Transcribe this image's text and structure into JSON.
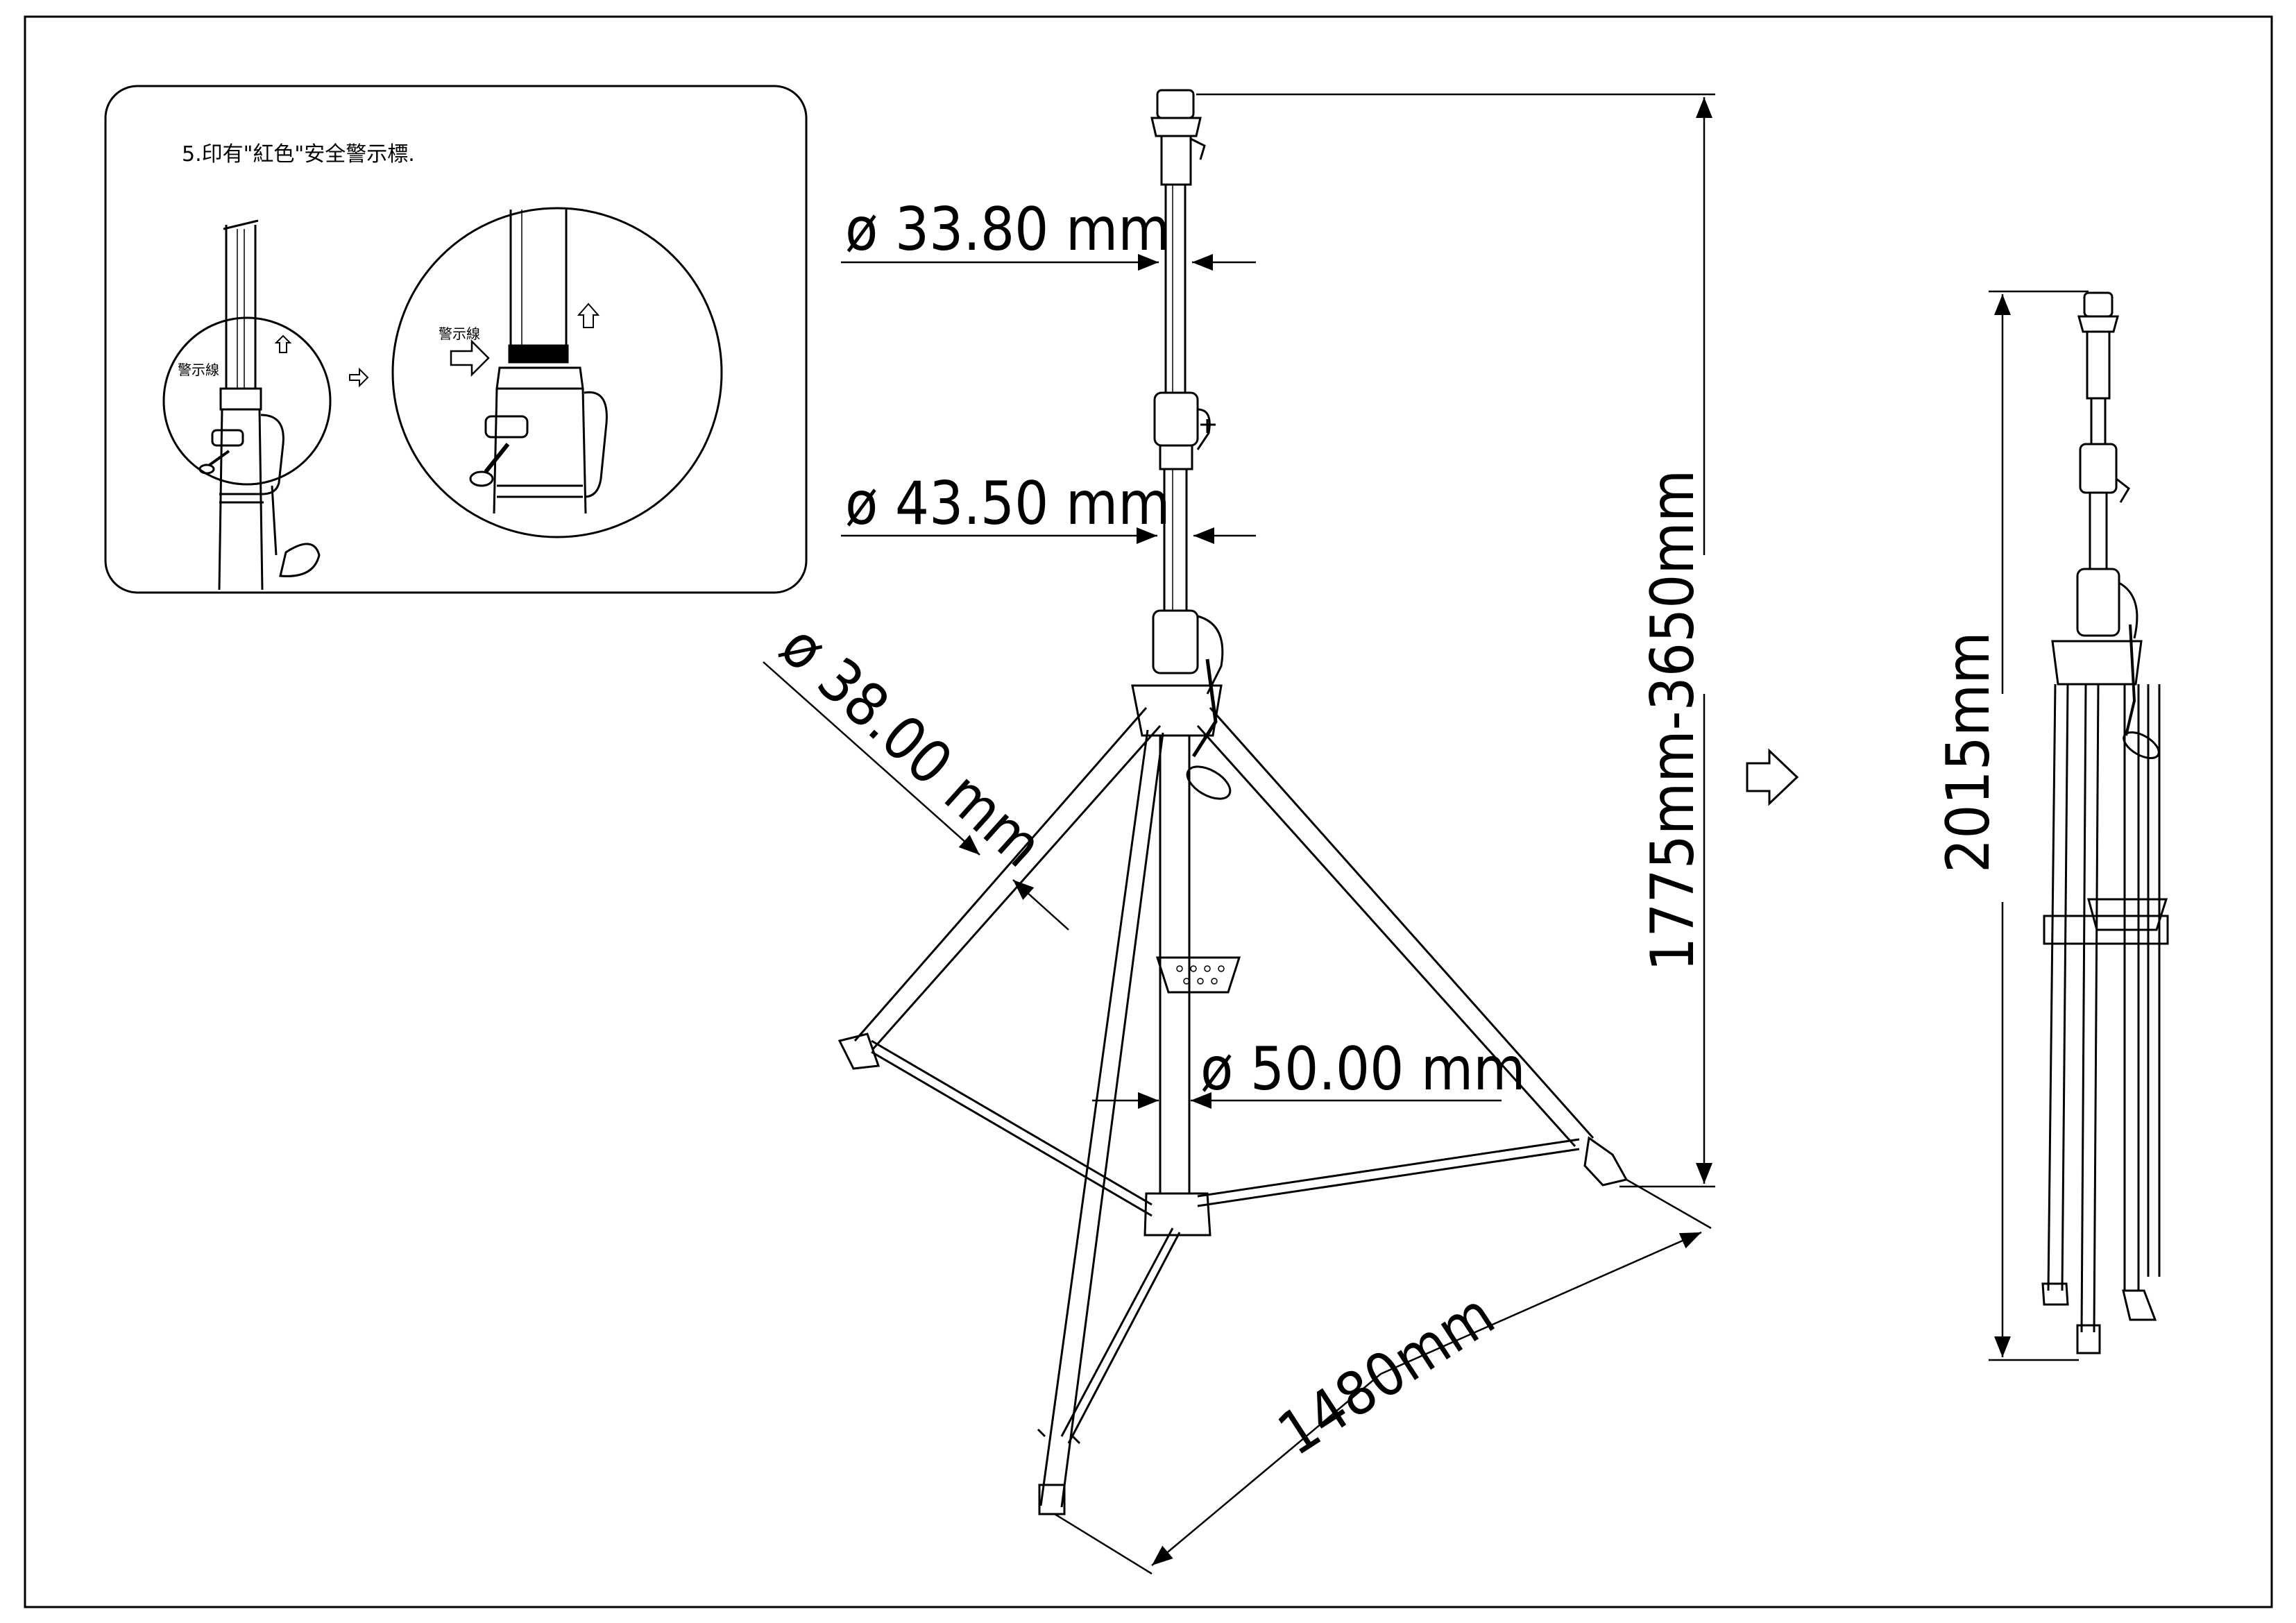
{
  "inset": {
    "note": "5.印有\"紅色\"安全警示標.",
    "warning_label_small": "警示線",
    "warning_label_large": "警示線"
  },
  "dimensions": {
    "dia_top": "ø 33.80 mm",
    "dia_mid": "ø 43.50 mm",
    "dia_leg": "ø 38.00 mm",
    "dia_base": "ø 50.00 mm",
    "height_range": "1775mm-3650mm",
    "footprint": "1480mm",
    "folded_height": "2015mm"
  },
  "icons": [
    "up-arrow-icon",
    "right-arrow-icon"
  ]
}
